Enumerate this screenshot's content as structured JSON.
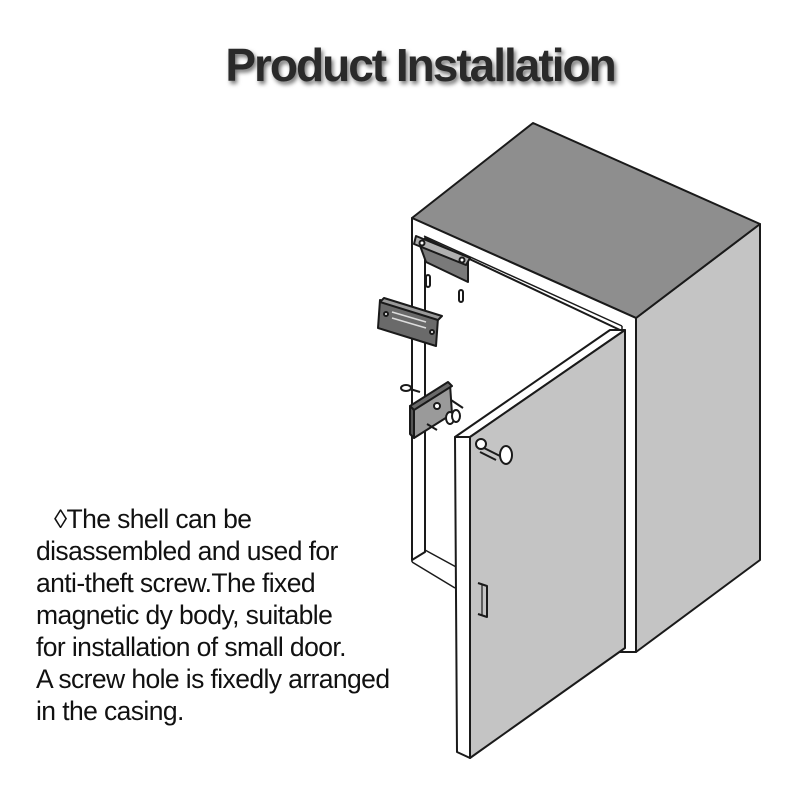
{
  "title": "Product Installation",
  "description": {
    "bullet_icon": "◊",
    "lines": [
      "The shell can be",
      "disassembled and used for",
      "anti-theft screw.The fixed",
      "magnetic dy body, suitable",
      "for installation of small door.",
      "A screw hole is fixedly arranged",
      "in the casing."
    ]
  },
  "diagram": {
    "subject": "cabinet with open door and magnetic lock installation",
    "colors": {
      "top_face": "#8e8e8e",
      "side_face": "#c4c4c4",
      "door_face": "#c4c4c4",
      "outline": "#1a1a1a",
      "lock_body": "#7a7a7a",
      "background": "#ffffff"
    }
  }
}
